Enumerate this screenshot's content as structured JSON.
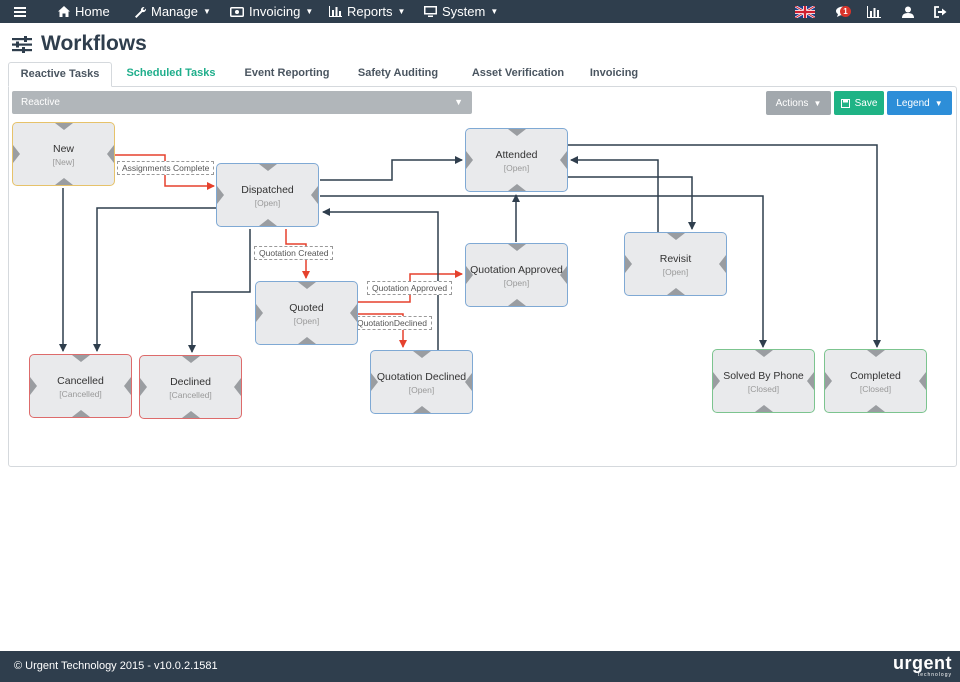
{
  "nav": {
    "home": "Home",
    "manage": "Manage",
    "invoicing": "Invoicing",
    "reports": "Reports",
    "system": "System",
    "notification_count": "1"
  },
  "page": {
    "title": "Workflows"
  },
  "tabs": [
    {
      "label": "Reactive Tasks",
      "active": true
    },
    {
      "label": "Scheduled Tasks"
    },
    {
      "label": "Event Reporting"
    },
    {
      "label": "Safety Auditing"
    },
    {
      "label": "Asset Verification"
    },
    {
      "label": "Invoicing"
    }
  ],
  "toolbar": {
    "workflow_selected": "Reactive",
    "actions_label": "Actions",
    "save_label": "Save",
    "legend_label": "Legend"
  },
  "nodes": {
    "new": {
      "name": "New",
      "status": "[New]"
    },
    "dispatched": {
      "name": "Dispatched",
      "status": "[Open]"
    },
    "attended": {
      "name": "Attended",
      "status": "[Open]"
    },
    "quotation_approved": {
      "name": "Quotation Approved",
      "status": "[Open]"
    },
    "revisit": {
      "name": "Revisit",
      "status": "[Open]"
    },
    "quoted": {
      "name": "Quoted",
      "status": "[Open]"
    },
    "cancelled": {
      "name": "Cancelled",
      "status": "[Cancelled]"
    },
    "declined": {
      "name": "Declined",
      "status": "[Cancelled]"
    },
    "quotation_declined": {
      "name": "Quotation Declined",
      "status": "[Open]"
    },
    "solved_by_phone": {
      "name": "Solved By Phone",
      "status": "[Closed]"
    },
    "completed": {
      "name": "Completed",
      "status": "[Closed]"
    }
  },
  "connections": {
    "assignments_complete": "Assignments Complete",
    "quotation_created": "Quotation Created",
    "quotation_approved": "Quotation Approved",
    "quotation_declined": "QuotationDeclined"
  },
  "colors": {
    "navbar": "#2f3e4d",
    "arrow_dark": "#2f3e4d",
    "arrow_red": "#e5412d",
    "save": "#1fb385",
    "legend": "#2d8ed8",
    "actions": "#a2a8ad",
    "tab_accent": "#1fae8b"
  },
  "footer": {
    "copyright": "© Urgent Technology 2015 - v10.0.2.1581",
    "logo": "urgent",
    "logo_sub": "technology"
  }
}
